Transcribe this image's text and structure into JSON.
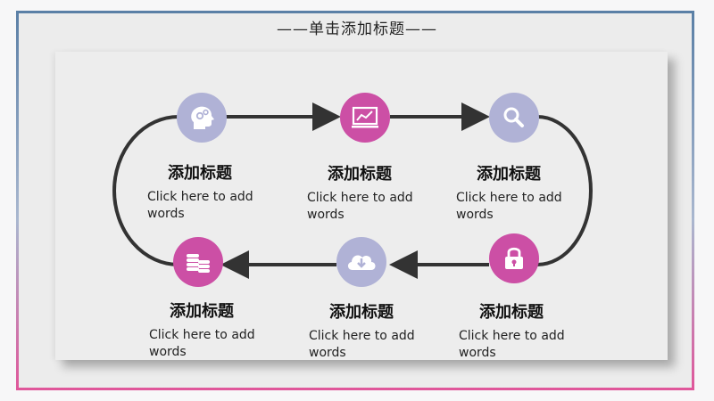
{
  "slide": {
    "title": "——单击添加标题——"
  },
  "steps": [
    {
      "title": "添加标题",
      "text": "Click here to add words",
      "icon": "head-gears-icon",
      "color": "#b0b2d6"
    },
    {
      "title": "添加标题",
      "text": "Click here to add words",
      "icon": "chart-screen-icon",
      "color": "#cc4fa5"
    },
    {
      "title": "添加标题",
      "text": "Click here to add words",
      "icon": "magnifier-icon",
      "color": "#b0b2d6"
    },
    {
      "title": "添加标题",
      "text": "Click here to add words",
      "icon": "coins-icon",
      "color": "#cc4fa5"
    },
    {
      "title": "添加标题",
      "text": "Click here to add words",
      "icon": "cloud-download-icon",
      "color": "#b0b2d6"
    },
    {
      "title": "添加标题",
      "text": "Click here to add words",
      "icon": "padlock-icon",
      "color": "#cc4fa5"
    }
  ],
  "colors": {
    "lavender": "#b0b2d6",
    "magenta": "#cc4fa5",
    "connector": "#333333"
  }
}
